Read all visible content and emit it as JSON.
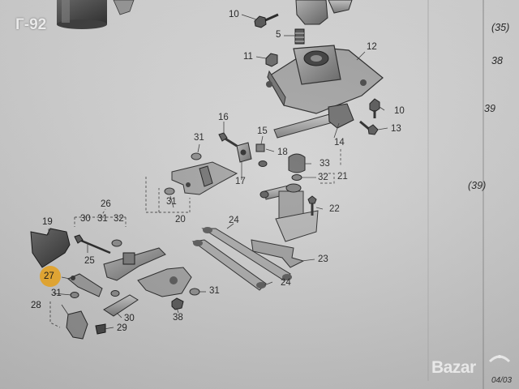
{
  "overlay_tag": "Г-92",
  "callouts": {
    "c10a": "10",
    "c5": "5",
    "c12": "12",
    "c11": "11",
    "c10b": "10",
    "c13": "13",
    "c16": "16",
    "c15": "15",
    "c18": "18",
    "c14": "14",
    "c31a": "31",
    "c17": "17",
    "c33": "33",
    "c32a": "32",
    "c21": "21",
    "c31b": "31",
    "c20": "20",
    "c22": "22",
    "c26": "26",
    "c30a": "30",
    "c31c": "31",
    "c32b": "32",
    "c19": "19",
    "c25": "25",
    "c24a": "24",
    "c27": "27",
    "c23": "23",
    "c24b": "24",
    "c31d": "31",
    "c28": "28",
    "c31e": "31",
    "c30b": "30",
    "c29": "29",
    "c38": "38"
  },
  "right_column": [
    "(35)",
    "38",
    "39",
    "(39)"
  ],
  "footer_code": "04/03",
  "watermark": "Bazar",
  "colors": {
    "marker": "#f2a81d",
    "tag_text": "#ffffff"
  }
}
